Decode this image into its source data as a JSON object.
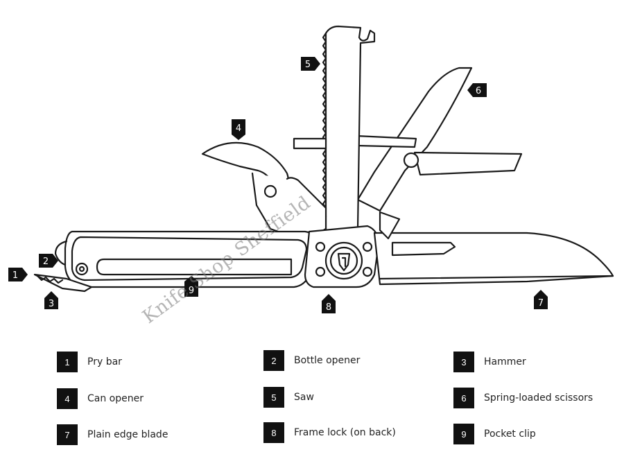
{
  "watermark": "Knife Shop Sheffield",
  "colors": {
    "marker": "#111111",
    "line": "#1a1a1a",
    "background": "#ffffff",
    "watermark": "#8a8a8a"
  },
  "callouts": [
    {
      "number": "1"
    },
    {
      "number": "2"
    },
    {
      "number": "3"
    },
    {
      "number": "4"
    },
    {
      "number": "5"
    },
    {
      "number": "6"
    },
    {
      "number": "7"
    },
    {
      "number": "8"
    },
    {
      "number": "9"
    }
  ],
  "legend": [
    {
      "number": "1",
      "label": "Pry bar"
    },
    {
      "number": "2",
      "label": "Bottle opener"
    },
    {
      "number": "3",
      "label": "Hammer"
    },
    {
      "number": "4",
      "label": "Can opener"
    },
    {
      "number": "5",
      "label": "Saw"
    },
    {
      "number": "6",
      "label": "Spring-loaded scissors"
    },
    {
      "number": "7",
      "label": "Plain edge blade"
    },
    {
      "number": "8",
      "label": "Frame lock (on back)"
    },
    {
      "number": "9",
      "label": "Pocket clip"
    }
  ]
}
